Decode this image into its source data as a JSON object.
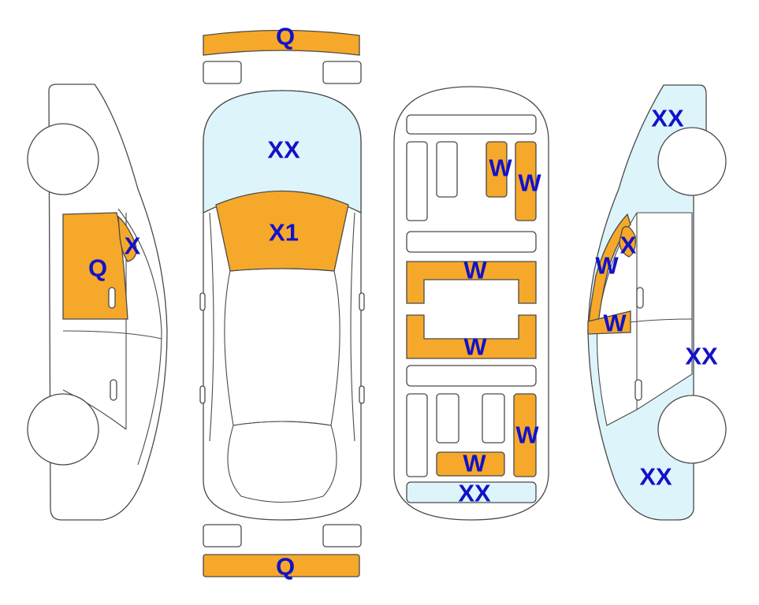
{
  "colors": {
    "orange": "#F6A82B",
    "light_blue": "#DDF4FB",
    "outline": "#4a4a4a",
    "label": "#1212C8"
  },
  "labels": {
    "front_bumper": "Q",
    "rear_bumper": "Q",
    "left_front_door": "Q",
    "left_front_fender": "X",
    "hood": "XX",
    "windshield": "X1",
    "floor_top_right_a": "W",
    "floor_top_right_b": "W",
    "floor_middle_top": "W",
    "floor_middle_bottom": "W",
    "floor_bottom_right": "W",
    "floor_bottom_center": "W",
    "floor_bottom_strip": "XX",
    "right_front": "XX",
    "right_fender": "X",
    "right_pillar_upper": "W",
    "right_pillar_lower": "W",
    "right_side": "XX",
    "right_rear": "XX"
  }
}
